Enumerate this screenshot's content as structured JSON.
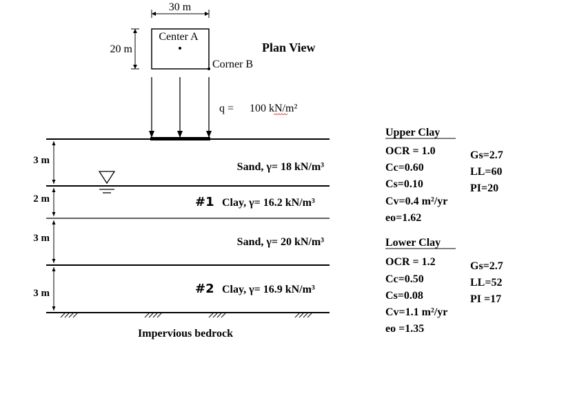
{
  "plan": {
    "width_label": "30 m",
    "height_label": "20 m",
    "center_label": "Center A",
    "corner_label": "Corner B",
    "title": "Plan View"
  },
  "load": {
    "q_label": "q =",
    "q_value": "100 kN/m²"
  },
  "profile": {
    "depth_labels": [
      "3 m",
      "2 m",
      "3 m",
      "3 m"
    ],
    "layer1": "Sand, γ= 18 kN/m³",
    "layer2_num": "#1",
    "layer2": "Clay, γ= 16.2 kN/m³",
    "layer3": "Sand, γ= 20 kN/m³",
    "layer4_num": "#2",
    "layer4": "Clay, γ= 16.9 kN/m³",
    "bedrock": "Impervious bedrock"
  },
  "upper_clay": {
    "heading": "Upper Clay",
    "ocr": "OCR = 1.0",
    "cc": "Cc=0.60",
    "cs": "Cs=0.10",
    "cv": "Cv=0.4 m²/yr",
    "eo": "eo=1.62",
    "gs": "Gs=2.7",
    "ll": "LL=60",
    "pi": "PI=20"
  },
  "lower_clay": {
    "heading": "Lower Clay",
    "ocr": "OCR = 1.2",
    "cc": "Cc=0.50",
    "cs": "Cs=0.08",
    "cv": "Cv=1.1 m²/yr",
    "eo": "eo =1.35",
    "gs": "Gs=2.7",
    "ll": "LL=52",
    "pi": "PI =17"
  }
}
